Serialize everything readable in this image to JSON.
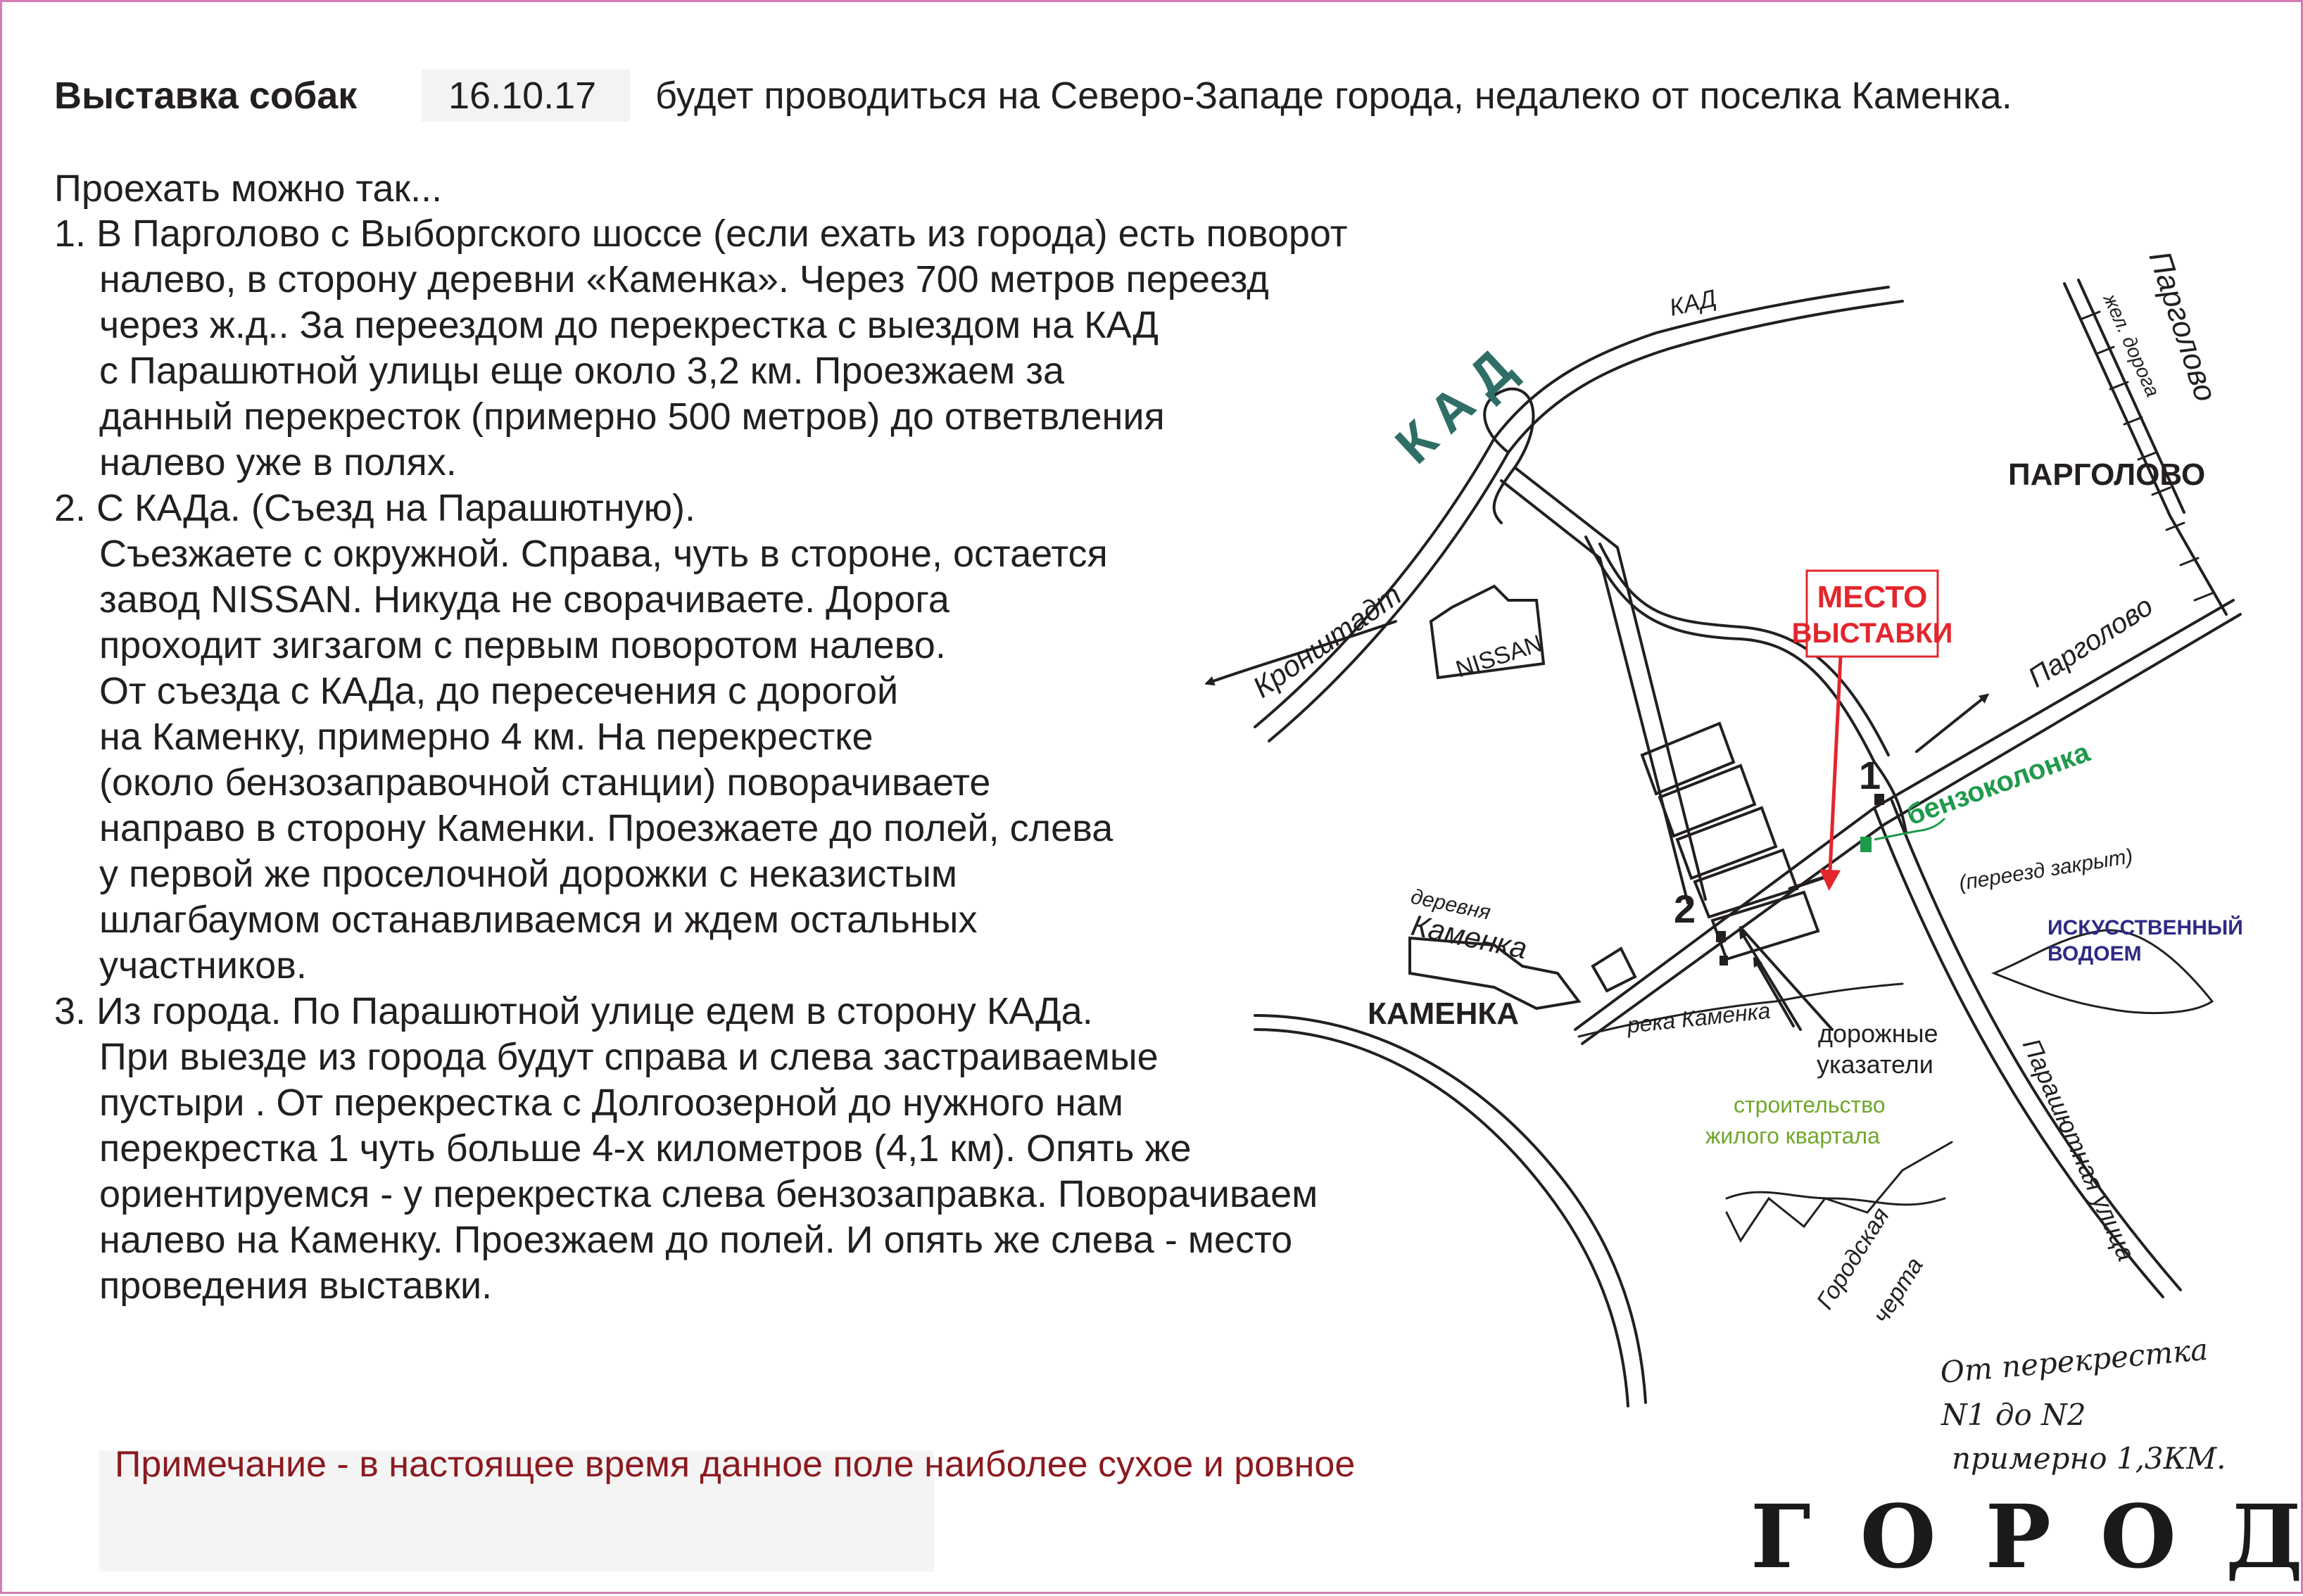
{
  "header": {
    "title": "Выставка собак",
    "date": "16.10.17",
    "lead": "будет проводиться на Северо-Западе города, недалеко от поселка Каменка."
  },
  "directions": {
    "intro": "Проехать можно так...",
    "lines": [
      "1. В Парголово с Выборгского шоссе (если ехать из города) есть поворот",
      "налево, в сторону деревни «Каменка».   Через 700 метров переезд",
      "через ж.д..    За переездом до перекрестка с выездом на КАД",
      "с Парашютной улицы  еще  около 3,2 км. Проезжаем за",
      "данный перекресток (примерно 500 метров) до ответвления",
      "налево  уже в полях.",
      "2. С КАДа. (Съезд на Парашютную).",
      "Съезжаете  с окружной. Справа, чуть в стороне, остается",
      "завод NISSAN. Никуда не сворачиваете. Дорога",
      "проходит зигзагом с первым поворотом  налево.",
      "От съезда с КАДа, до пересечения с дорогой",
      "на Каменку, примерно 4 км.  На перекрестке",
      "(около бензозаправочной станции) поворачиваете",
      "направо в сторону Каменки. Проезжаете до полей, слева",
      "у первой же проселочной дорожки с неказистым",
      "шлагбаумом останавливаемся и ждем остальных",
      "участников.",
      "3. Из города. По Парашютной улице едем в сторону КАДа.",
      "При выезде из города будут справа и слева застраиваемые",
      "пустыри .  От перекрестка с Долгоозерной  до нужного нам",
      "перекрестка 1  чуть больше 4-х километров (4,1 км). Опять же",
      "ориентируемся - у перекрестка слева бензозаправка.  Поворачиваем",
      "налево на Каменку. Проезжаем до полей. И опять же слева - место",
      "проведения выставки."
    ]
  },
  "note": "Примечание - в настоящее время данное поле наиболее сухое и ровное",
  "city_label": "ГОРОД",
  "map": {
    "kad_big": "КАД",
    "kad_small": "КАД",
    "kronshtadt": "Кронштадт",
    "nissan": "NISSAN",
    "pargolovo_road": "Парголово",
    "pargolovo_town": "ПАРГОЛОВО",
    "venue": [
      "МЕСТО",
      "ВЫСТАВКИ"
    ],
    "gas_station": "бензоколонка",
    "reservoir": [
      "ИСКУССТВЕННЫЙ",
      "ВОДОЕМ"
    ],
    "kamenka_town": "КАМЕНКА",
    "village": [
      "деревня",
      "Каменка"
    ],
    "river": "река Каменка",
    "road_signs": [
      "дорожные",
      "указатели"
    ],
    "construction": [
      "строительство",
      "жилого квартала"
    ],
    "crossing_closed": "(переезд закрыт)",
    "railway": [
      "Парголово",
      "жел. дорога"
    ],
    "parashyutnaya": "Парашютная улица",
    "city_limit": [
      "Городская",
      "черта"
    ],
    "crossing_1": "1",
    "crossing_2": "2",
    "distance_note": [
      "От перекрестка",
      "N1 до N2",
      "примерно 1,3КМ."
    ]
  },
  "colors": {
    "border": "#d27db3",
    "text": "#231f20",
    "venue_red": "#e3262d",
    "gas_green": "#1f9a4c",
    "reservoir_blue": "#2e2a85",
    "construction_green": "#6fa82a",
    "kad_teal": "#2f6e66",
    "note_red": "#8b1a1f"
  }
}
